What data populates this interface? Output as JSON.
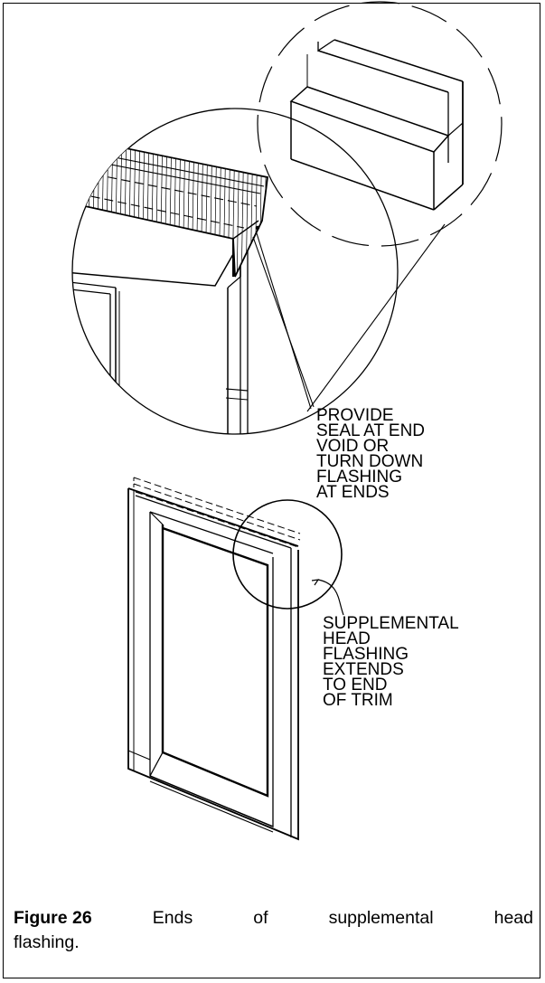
{
  "callouts": {
    "seal_note": [
      "PROVIDE",
      "SEAL AT END",
      "VOID OR",
      "TURN DOWN",
      "FLASHING",
      "AT ENDS"
    ],
    "flashing_note": [
      "SUPPLEMENTAL",
      "HEAD",
      "FLASHING",
      "EXTENDS",
      "TO END",
      "OF TRIM"
    ]
  },
  "caption": {
    "figure_label": "Figure 26",
    "words": [
      "Ends",
      "of",
      "supplemental",
      "head"
    ],
    "last_line": "flashing."
  }
}
